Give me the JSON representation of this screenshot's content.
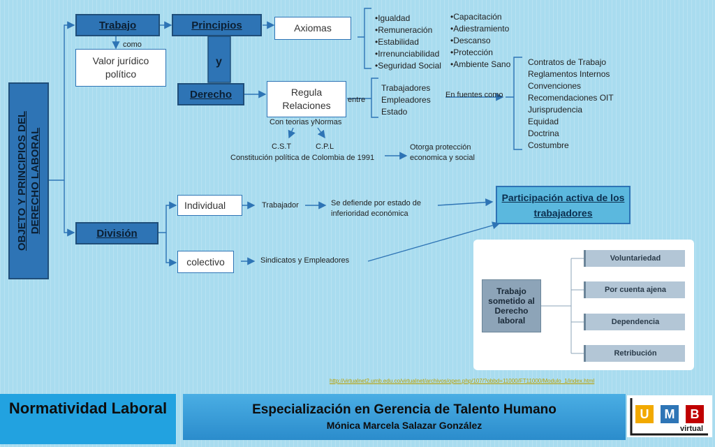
{
  "map": {
    "vertical_title": "OBJETO Y PRINCIPIOS DEL DERECHO LABORAL",
    "trabajo": "Trabajo",
    "como": "como",
    "valor_juridico": "Valor jurídico político",
    "principios": "Principios",
    "y": "y",
    "axiomas": "Axiomas",
    "principios_list_a": [
      "•Igualdad",
      "•Remuneración",
      "•Estabilidad",
      "•Irrenunciabilidad",
      "•Seguridad Social"
    ],
    "principios_list_b": [
      "•Capacitación",
      "•Adiestramiento",
      "•Descanso",
      "•Protección",
      "•Ambiente Sano"
    ],
    "derecho": "Derecho",
    "regula": "Regula Relaciones",
    "entre": "entre",
    "actores": [
      "Trabajadores",
      "Empleadores",
      "Estado"
    ],
    "en_fuentes": "En fuentes como",
    "fuentes": [
      "Contratos de Trabajo",
      "Reglamentos Internos",
      "Convenciones",
      "Recomendaciones OIT",
      "Jurisprudencia",
      "Equidad",
      "Doctrina",
      "Costumbre"
    ],
    "con_teorias": "Con teorias yNormas",
    "cst": "C.S.T",
    "cpl": "C.P.L",
    "constitucion": "Constitución política de Colombia de 1991",
    "otorga": "Otorga protección economica y social",
    "division": "División",
    "individual": "Individual",
    "trabajador": "Trabajador",
    "se_defiende": "Se defiende por estado de inferioridad económica",
    "colectivo": "colectivo",
    "sindicatos": "Sindicatos y Empleadores",
    "participacion": "Participación activa de los trabajadores"
  },
  "figure": {
    "main": "Trabajo sometido al Derecho laboral",
    "options": [
      "Voluntariedad",
      "Por cuenta ajena",
      "Dependencia",
      "Retribución"
    ]
  },
  "url": "http://virtualnet2.umb.edu.co/virtualnet/archivos/open.php/107/?obbd=11000/FT11000/Modulo_1/index.html",
  "footer": {
    "left": "Normatividad Laboral",
    "title": "Especialización en Gerencia de Talento Humano",
    "author": "Mónica Marcela Salazar González",
    "logo_letters": [
      "U",
      "M",
      "B"
    ],
    "logo_sub": "virtual"
  },
  "colors": {
    "background": "#a9dcef",
    "box_blue": "#2e74b5",
    "footer_blue": "#22a2e0",
    "logo_u": "#f2a900",
    "logo_m": "#2e75b6",
    "logo_b": "#c00000"
  }
}
